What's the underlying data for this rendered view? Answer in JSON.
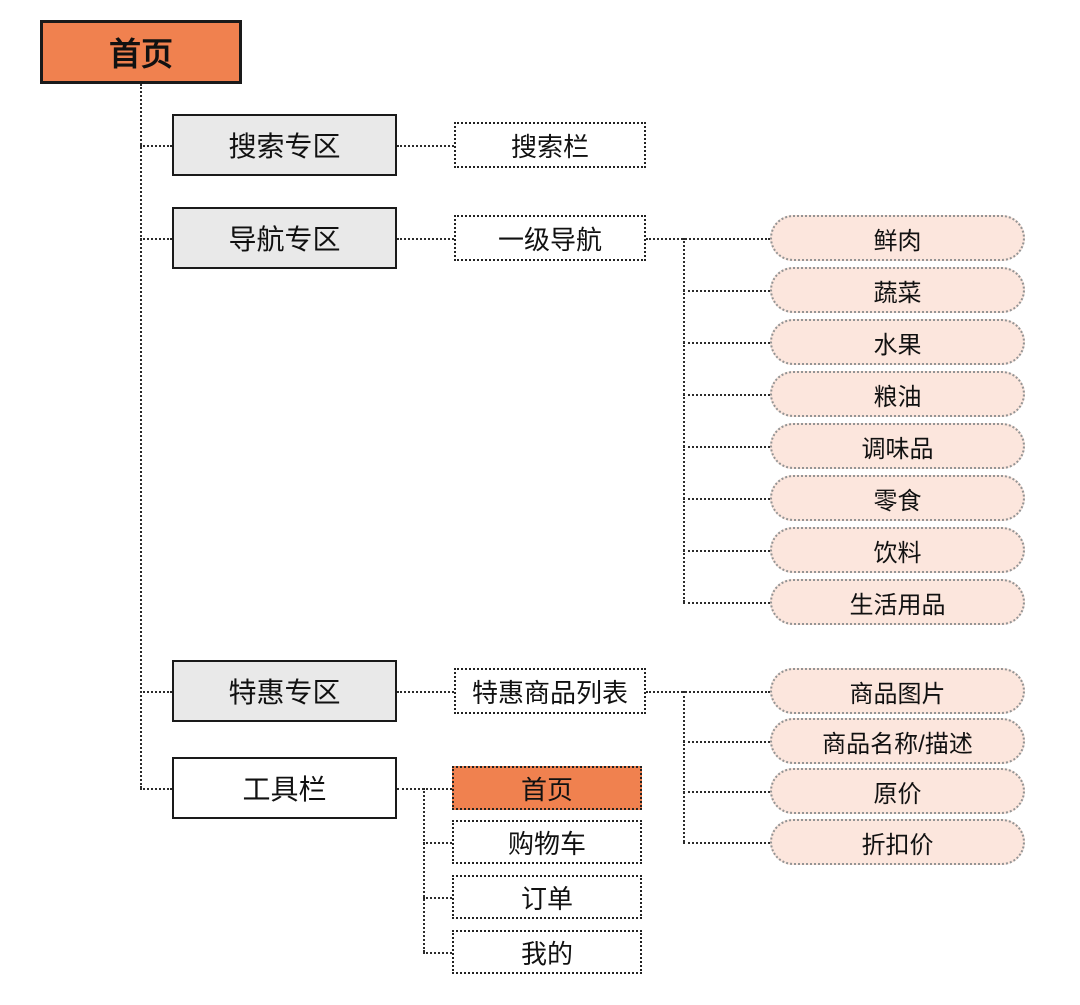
{
  "diagram": {
    "root": {
      "label": "首页"
    },
    "sections": [
      {
        "label": "搜索专区",
        "child": "搜索栏",
        "items": []
      },
      {
        "label": "导航专区",
        "child": "一级导航",
        "items": [
          "鲜肉",
          "蔬菜",
          "水果",
          "粮油",
          "调味品",
          "零食",
          "饮料",
          "生活用品"
        ]
      },
      {
        "label": "特惠专区",
        "child": "特惠商品列表",
        "items": [
          "商品图片",
          "商品名称/描述",
          "原价",
          "折扣价"
        ]
      },
      {
        "label": "工具栏",
        "items": [
          "首页",
          "购物车",
          "订单",
          "我的"
        ]
      }
    ],
    "colors": {
      "accent_orange": "#F0814F",
      "section_gray": "#E9E9E9",
      "leaf_pink": "#FCE6DD",
      "line_dark": "#2b2b2b"
    }
  }
}
